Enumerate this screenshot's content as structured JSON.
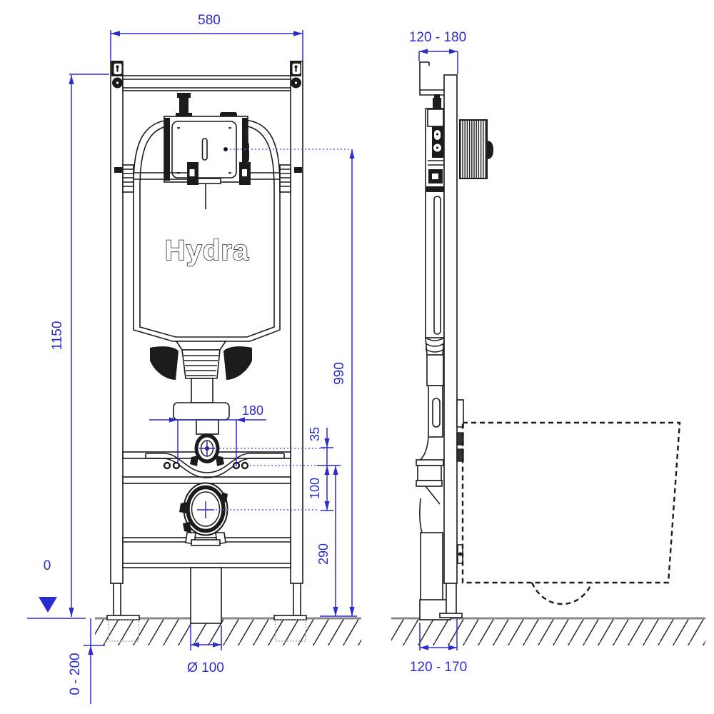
{
  "brand_label": "Hydra",
  "front_view": {
    "dimensions": {
      "top_width": "580",
      "total_height": "1150",
      "datum_zero": "0",
      "floor_buildup_range": "0 - 200",
      "outlet_diameter": "Ø 100",
      "flush_bend_offset": "180",
      "bend_to_plate": "35",
      "plate_to_outlet": "100",
      "outlet_centre_height": "290",
      "actuator_centre_height": "990"
    }
  },
  "side_view": {
    "dimensions": {
      "frame_depth_top": "120 - 180",
      "outlet_depth_bottom": "120 - 170"
    }
  },
  "colors": {
    "dimension_blue": "#2b2bcf",
    "leader_blue": "#6060d8",
    "line_black": "#1b1b1b",
    "floor_gray": "#8a8a8a",
    "background": "#ffffff"
  }
}
